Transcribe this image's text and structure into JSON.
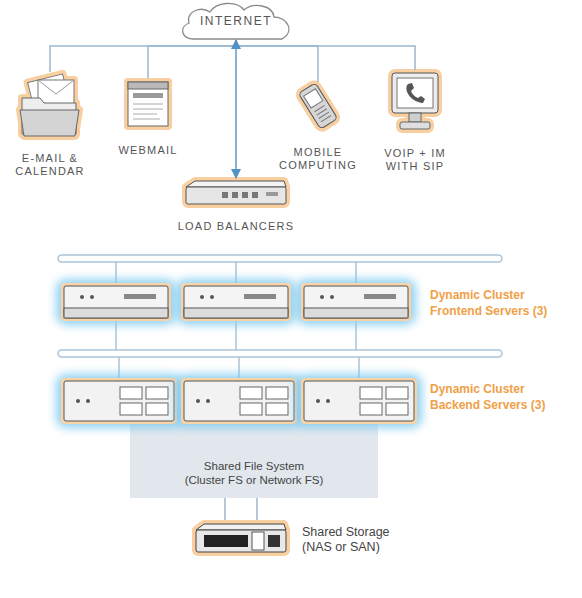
{
  "diagram": {
    "nodes": [
      {
        "text": [
          "INTERNET"
        ]
      },
      {
        "text": [
          "E-MAIL & CALENDAR"
        ]
      },
      {
        "text": [
          "WEBMAIL"
        ]
      },
      {
        "text": [
          "MOBILE COMPUTING"
        ]
      },
      {
        "text": [
          "VOIP + IM WITH SIP"
        ]
      },
      {
        "text": [
          "LOAD BALANCERS"
        ]
      },
      {
        "text": [
          "Shared File System",
          "(Cluster FS or Network FS)"
        ]
      },
      {
        "text": [
          "Shared Storage",
          "(NAS or SAN)"
        ]
      }
    ],
    "edges": [
      {
        "from": 0,
        "to": 1,
        "arrow": "none"
      },
      {
        "from": 0,
        "to": 2,
        "arrow": "none"
      },
      {
        "from": 0,
        "to": 3,
        "arrow": "none"
      },
      {
        "from": 0,
        "to": 4,
        "arrow": "none"
      },
      {
        "from": 0,
        "to": 5,
        "arrow": "both"
      },
      {
        "from": 6,
        "to": 7,
        "arrow": "none"
      }
    ],
    "labels": [
      "Dynamic Cluster Frontend Servers (3)",
      "Dynamic Cluster Backend Servers (3)"
    ]
  }
}
